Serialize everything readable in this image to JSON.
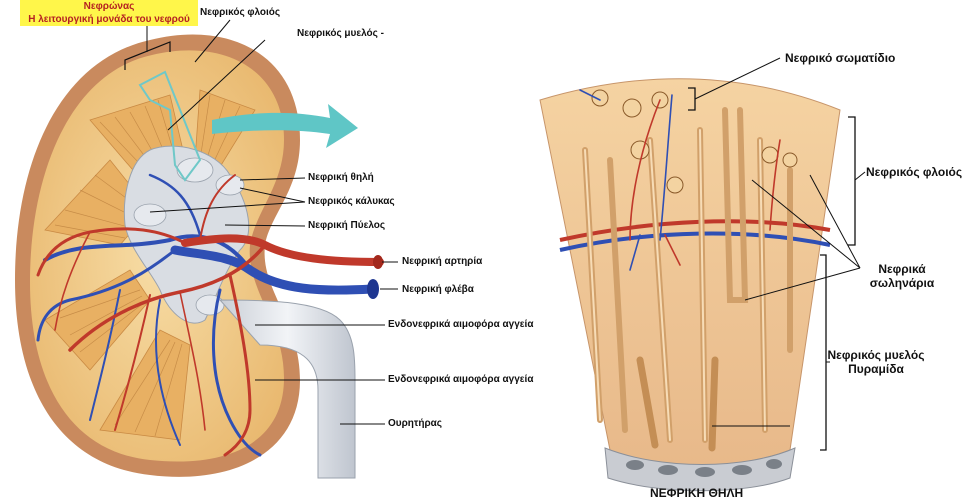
{
  "labels": {
    "nephron_title": "Νεφρώνας",
    "nephron_subtitle": "Η λειτουργική μονάδα του νεφρού",
    "renal_cortex": "Νεφρικός φλοιός",
    "renal_medulla": "Νεφρικός μυελός -",
    "renal_papilla": "Νεφρική θηλή",
    "renal_calyx": "Νεφρικός κάλυκας",
    "renal_pelvis": "Νεφρική Πύελος",
    "renal_artery": "Νεφρική αρτηρία",
    "renal_vein": "Νεφρική φλέβα",
    "intrarenal_vessels_1": "Ενδονεφρικά αιμοφόρα αγγεία",
    "intrarenal_vessels_2": "Ενδονεφρικά αιμοφόρα αγγεία",
    "ureter": "Ουρητήρας",
    "renal_corpuscle": "Νεφρικό σωματίδιο",
    "right_cortex": "Νεφρικός φλοιός",
    "renal_tubules_1": "Νεφρικά",
    "renal_tubules_2": "σωληνάρια",
    "medulla_pyramid_1": "Νεφρικός μυελός",
    "medulla_pyramid_2": "Πυραμίδα",
    "papilla_caps": "ΝΕΦΡΙΚΗ ΘΗΛΗ"
  },
  "colors": {
    "capsule": "#c98a5e",
    "cortex": "#f3cf8f",
    "medulla": "#e9b56e",
    "artery": "#c0392b",
    "vein": "#2f4fb4",
    "pelvis": "#d9dde3",
    "arrow": "#5fc6c6",
    "nephron_box": "#fff64a",
    "nephron_text": "#b52222"
  }
}
